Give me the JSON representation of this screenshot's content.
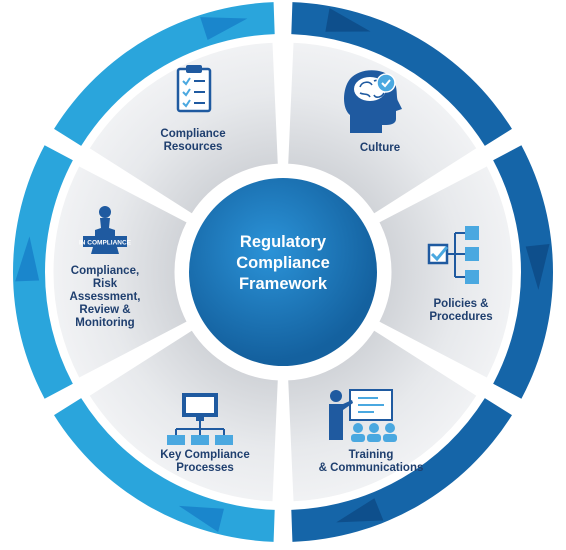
{
  "center": {
    "title_lines": [
      "Regulatory",
      "Compliance",
      "Framework"
    ]
  },
  "segments": [
    {
      "id": "culture",
      "label_lines": [
        "Culture"
      ],
      "icon": "head-brain-check-icon"
    },
    {
      "id": "policies",
      "label_lines": [
        "Policies &",
        "Procedures"
      ],
      "icon": "checkbox-hierarchy-icon"
    },
    {
      "id": "training",
      "label_lines": [
        "Training",
        "& Communications"
      ],
      "icon": "presentation-audience-icon"
    },
    {
      "id": "processes",
      "label_lines": [
        "Key Compliance",
        "Processes"
      ],
      "icon": "monitor-network-icon"
    },
    {
      "id": "risk",
      "label_lines": [
        "Compliance,",
        "Risk",
        "Assessment,",
        "Review &",
        "Monitoring"
      ],
      "icon": "in-compliance-stamp-icon",
      "stamp_text": "IN COMPLIANCE"
    },
    {
      "id": "resources",
      "label_lines": [
        "Compliance",
        "Resources"
      ],
      "icon": "clipboard-checklist-icon"
    }
  ],
  "colors": {
    "ring_dark": "#1565a8",
    "ring_light": "#2aa5dc",
    "segment_fill": "#e3e5e8",
    "center_fill": "#1a7bc4",
    "label_text": "#1f3f6f"
  }
}
